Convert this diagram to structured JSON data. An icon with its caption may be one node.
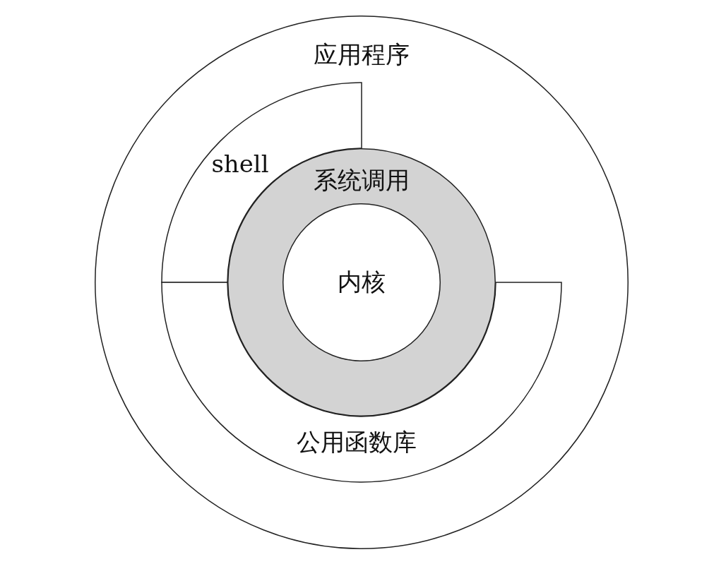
{
  "diagram": {
    "nodes": [
      {
        "text": [
          "应用程序"
        ]
      },
      {
        "text": [
          "shell"
        ],
        "in": 0
      },
      {
        "text": [
          "公用函数库"
        ],
        "in": 0
      },
      {
        "text": [
          "系统调用"
        ],
        "in": 0
      },
      {
        "text": [
          "内核"
        ],
        "in": 3
      }
    ]
  }
}
